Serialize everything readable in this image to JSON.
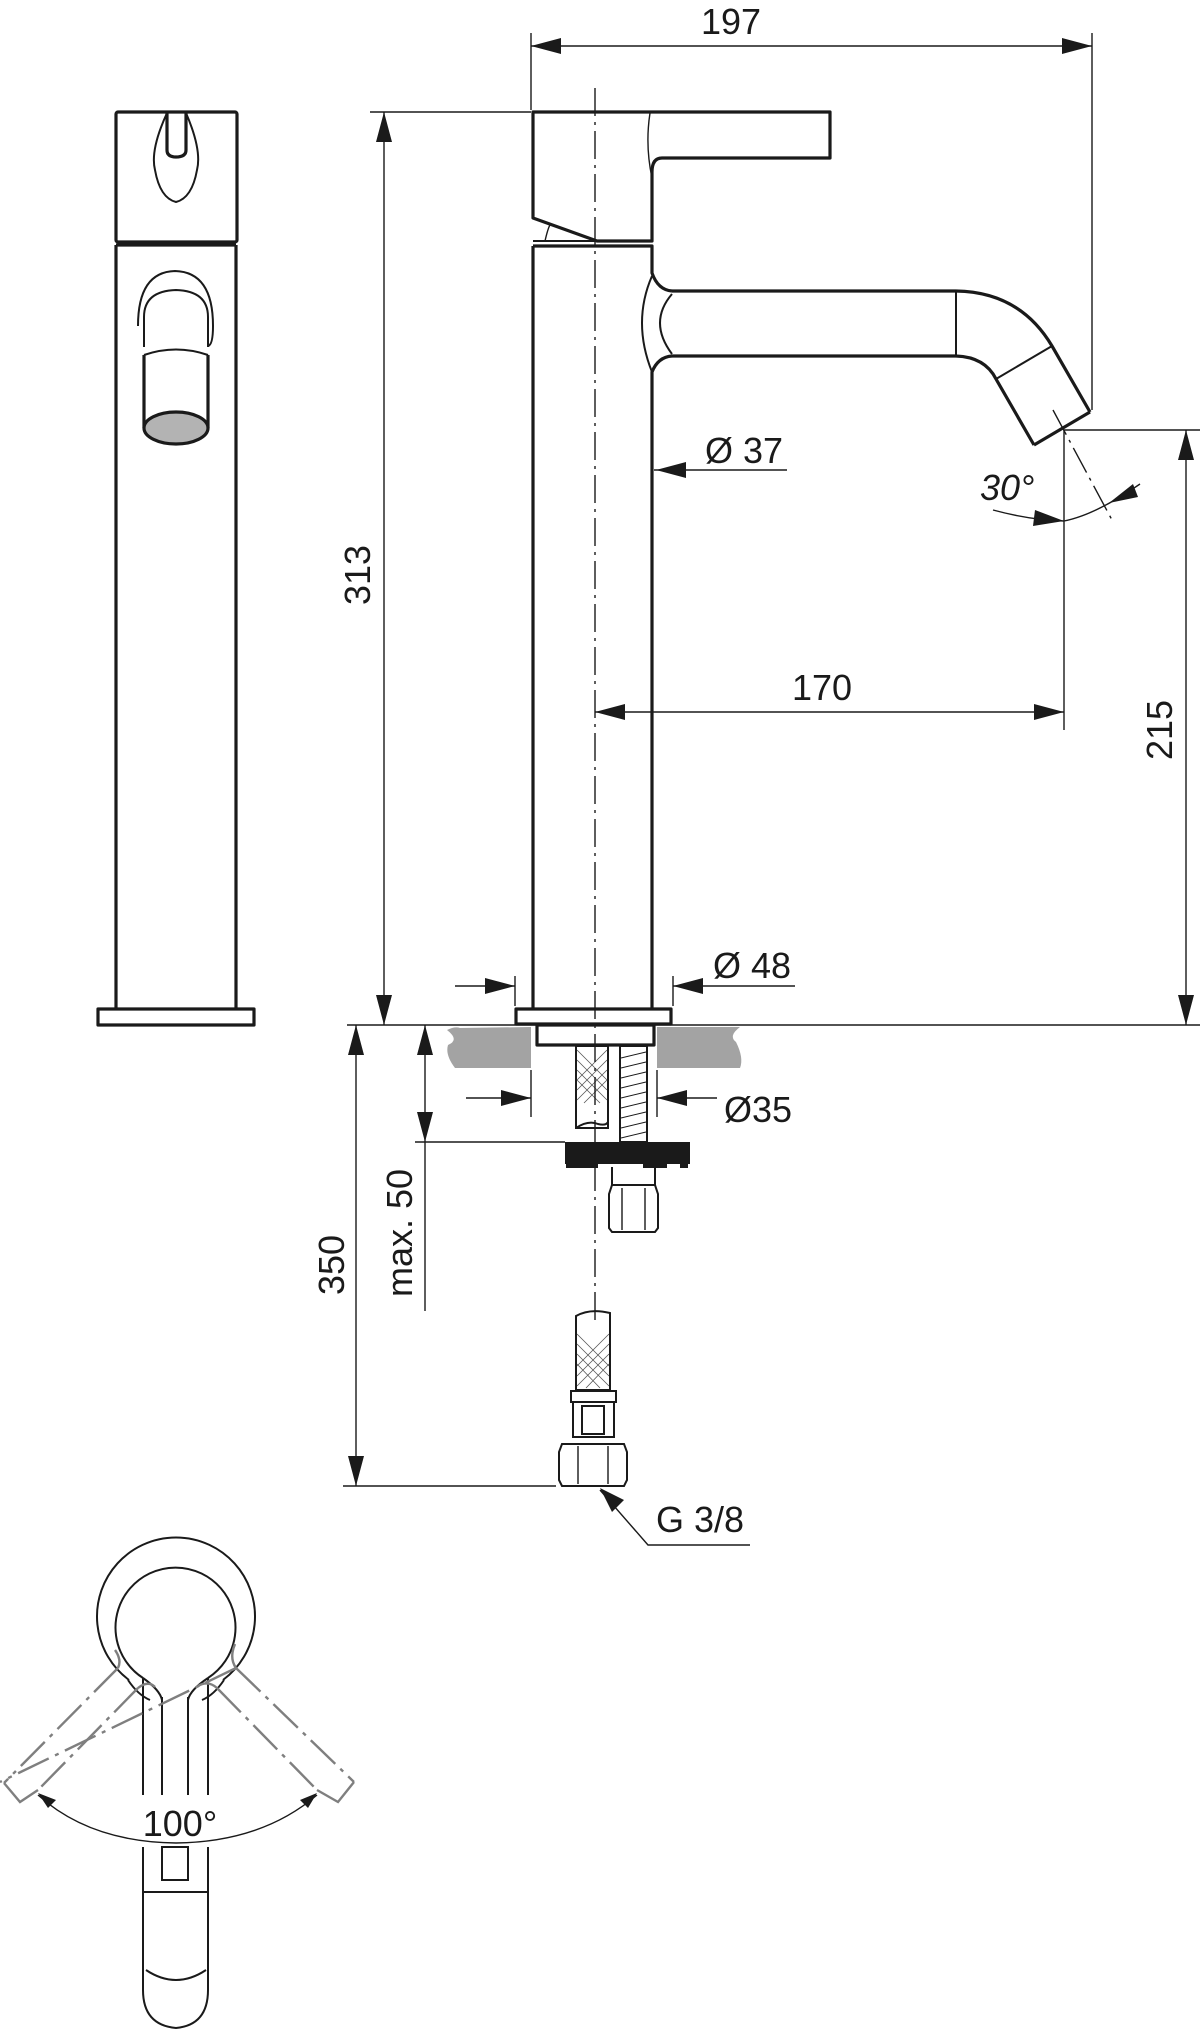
{
  "drawing": {
    "title": "Single-lever tall basin mixer — technical dimension drawing",
    "views": [
      "front-view",
      "side-view",
      "top-view-handle-rotation",
      "installation-detail"
    ]
  },
  "dimensions": {
    "overall_depth": "197",
    "overall_height": "313",
    "spout_reach": "170",
    "spout_height": "215",
    "body_diameter": "Ø 37",
    "base_diameter": "Ø 48",
    "hole_diameter": "Ø35",
    "spout_angle": "30°",
    "max_deck_thickness": "max. 50",
    "hose_length": "350",
    "connection_thread": "G 3/8",
    "handle_rotation": "100°"
  },
  "colors": {
    "line": "#1a1a1a",
    "deck_section": "#a3a3a3",
    "ghost_handle": "#7f7f7f",
    "background": "#ffffff"
  }
}
